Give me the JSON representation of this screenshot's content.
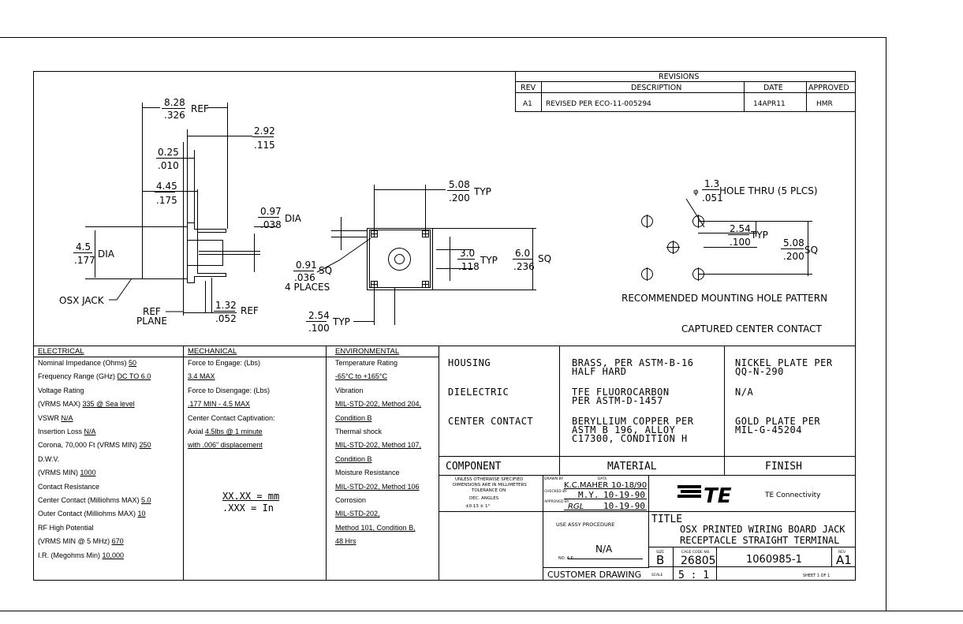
{
  "revisions": {
    "title": "REVISIONS",
    "headers": [
      "REV",
      "DESCRIPTION",
      "DATE",
      "APPROVED"
    ],
    "rows": [
      [
        "A1",
        "REVISED PER ECO-11-005294",
        "14APR11",
        "HMR"
      ]
    ]
  },
  "side_view": {
    "d1_top": "8.28",
    "d1_bot": ".326",
    "d1_ref": "REF",
    "d2_top": "2.92",
    "d2_bot": ".115",
    "d3_top": "0.25",
    "d3_bot": ".010",
    "d4_top": "4.45",
    "d4_bot": ".175",
    "d5_top": "0.97",
    "d5_bot": ".038",
    "d5_lbl": "DIA",
    "d6_top": "4.5",
    "d6_bot": ".177",
    "d6_lbl": "DIA",
    "d7_top": "1.32",
    "d7_bot": ".052",
    "d7_ref": "REF",
    "jack": "OSX JACK",
    "ref1": "REF",
    "ref2": "PLANE"
  },
  "front_view": {
    "typ_top": "5.08",
    "typ_bot": ".200",
    "typ_lbl": "TYP",
    "in_top": "3.0",
    "in_bot": ".118",
    "in_lbl": "TYP",
    "out_top": "6.0",
    "out_bot": ".236",
    "out_lbl": "SQ",
    "sq_top": "0.91",
    "sq_bot": ".036",
    "sq_lbl": "SQ",
    "places": "4 PLACES",
    "pitch_top": "2.54",
    "pitch_bot": ".100",
    "pitch_lbl": "TYP"
  },
  "hole_pattern": {
    "phi": "φ",
    "hole_top": "1.3",
    "hole_bot": ".051",
    "hole_lbl": "HOLE THRU (5 PLCS)",
    "p_top": "2.54",
    "p_bot": ".100",
    "p_lbl": "TYP",
    "s_top": "5.08",
    "s_bot": ".200",
    "s_lbl": "SQ",
    "caption": "RECOMMENDED MOUNTING HOLE PATTERN",
    "captured": "CAPTURED CENTER CONTACT"
  },
  "electrical": {
    "header": "ELECTRICAL",
    "lines": [
      [
        "Nominal Impedance (Ohms) ",
        "50"
      ],
      [
        "Frequency Range (GHz) ",
        "DC TO 6.0"
      ],
      [
        "Voltage Rating",
        ""
      ],
      [
        "(VRMS MAX) ",
        "335 @ Sea level"
      ],
      [
        "VSWR ",
        "N/A"
      ],
      [
        "Insertion Loss ",
        "N/A"
      ],
      [
        "Corona, 70,000 Ft (VRMS MIN) ",
        "250"
      ],
      [
        "D.W.V.",
        ""
      ],
      [
        "(VRMS MIN) ",
        "1000"
      ],
      [
        "Contact Resistance",
        ""
      ],
      [
        "Center Contact (Milliohms MAX) ",
        "5.0"
      ],
      [
        "Outer Contact (Milliohms MAX) ",
        "10"
      ],
      [
        "RF High Potential",
        ""
      ],
      [
        "(VRMS MIN @ 5 MHz) ",
        "670"
      ],
      [
        "I.R. (Megohms Min) ",
        "10,000"
      ]
    ]
  },
  "mechanical": {
    "header": "MECHANICAL",
    "lines": [
      [
        "Force to Engage: (Lbs)",
        ""
      ],
      [
        "",
        "3.4 MAX"
      ],
      [
        "Force to Disengage: (Lbs)",
        ""
      ],
      [
        "",
        ".177 MIN - 4.5 MAX"
      ],
      [
        "Center Contact Captivation:",
        ""
      ],
      [
        "Axial ",
        "4.5lbs @ 1 minute"
      ],
      [
        "",
        "with .006\" displacement"
      ]
    ],
    "units1": "XX.XX  =  mm",
    "units2": ".XXX  =  In"
  },
  "environmental": {
    "header": "ENVIRONMENTAL",
    "lines": [
      [
        "Temperature Rating",
        ""
      ],
      [
        "",
        "-65°C to +165°C"
      ],
      [
        "Vibration",
        ""
      ],
      [
        "",
        "MIL-STD-202, Method 204,"
      ],
      [
        "",
        "Condition B"
      ],
      [
        "Thermal shock",
        ""
      ],
      [
        "",
        "MIL-STD-202, Method 107,"
      ],
      [
        "",
        "Condition B"
      ],
      [
        "Moisture Resistance",
        ""
      ],
      [
        "",
        "MIL-STD-202, Method 106"
      ],
      [
        "Corrosion",
        ""
      ],
      [
        "",
        "MIL-STD-202,"
      ],
      [
        "",
        "Method 101, Condition B,"
      ],
      [
        "",
        "48 Hrs"
      ]
    ]
  },
  "materials": {
    "rows": [
      {
        "component": "HOUSING",
        "material": "BRASS, PER ASTM-B-16\nHALF HARD",
        "finish": "NICKEL PLATE PER\nQQ-N-290"
      },
      {
        "component": "DIELECTRIC",
        "material": "TFE FLUOROCARBON\nPER ASTM-D-1457",
        "finish": "N/A"
      },
      {
        "component": "CENTER CONTACT",
        "material": "BERYLLIUM COPPER PER\nASTM B 196, ALLOY\nC17300, CONDITION H",
        "finish": "GOLD PLATE PER\nMIL-G-45204"
      }
    ],
    "h_component": "COMPONENT",
    "h_material": "MATERIAL",
    "h_finish": "FINISH"
  },
  "title_block": {
    "tol1": "UNLESS OTHERWISE SPECIFIED",
    "tol2": "DIMENSIONS ARE IN MILLIMETERS",
    "tol3": "TOLERANCE ON",
    "tol4": "DEC.        ANGLES",
    "tol5": "±0.13        ± 1°",
    "drawn_lbl": "DRAWN BY",
    "drawn": "K.C.MAHER",
    "drawn_date": "10-18/90",
    "date_lbl": "DATE",
    "checked_lbl": "CHECKED BY",
    "checked": "M.Y.",
    "checked_date": "10-19-90",
    "approved_lbl": "APPROVED BY",
    "approved": "RGL",
    "approved_date": "10-19-90",
    "logo": "TE",
    "company": "TE Connectivity",
    "use_assy": "USE ASSY PROCEDURE",
    "na": "N/A",
    "no_ap": "NO. A.P.",
    "title_lbl": "TITLE",
    "title1": "OSX PRINTED WIRING BOARD JACK",
    "title2": "RECEPTACLE STRAIGHT TERMINAL",
    "size_lbl": "SIZE",
    "size": "B",
    "cage_lbl": "CAGE CODE NO.",
    "cage": "26805",
    "dwg": "1060985-1",
    "rev_lbl": "REV",
    "rev": "A1",
    "customer": "CUSTOMER DRAWING",
    "scale_lbl": "SCALE",
    "scale": "5 : 1",
    "sheet": "SHEET 1 OF 1"
  }
}
